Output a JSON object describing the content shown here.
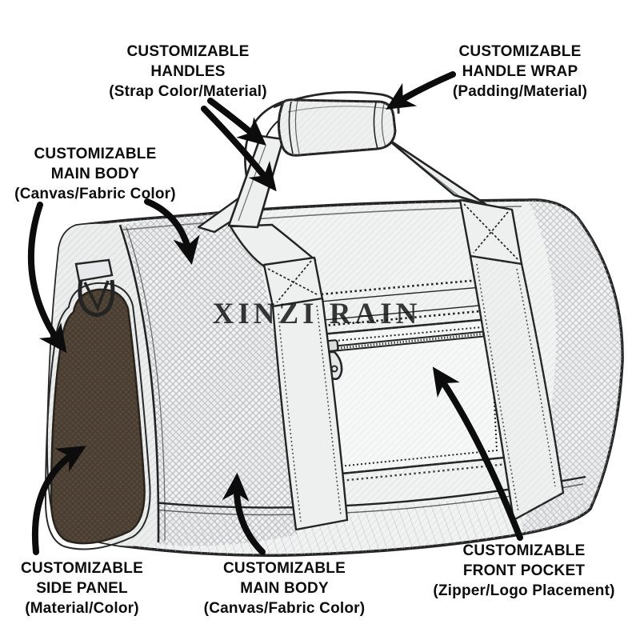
{
  "brand_watermark": "XINZI RAIN",
  "labels": {
    "handles": {
      "line1": "CUSTOMIZABLE",
      "line2": "HANDLES",
      "line3": "(Strap Color/Material)"
    },
    "handle_wrap": {
      "line1": "CUSTOMIZABLE",
      "line2": "HANDLE WRAP",
      "line3": "(Padding/Material)"
    },
    "main_body_left": {
      "line1": "CUSTOMIZABLE",
      "line2": "MAIN BODY",
      "line3": "(Canvas/Fabric Color)"
    },
    "side_panel": {
      "line1": "CUSTOMIZABLE",
      "line2": "SIDE PANEL",
      "line3": "(Material/Color)"
    },
    "main_body_bottom": {
      "line1": "CUSTOMIZABLE",
      "line2": "MAIN BODY",
      "line3": "(Canvas/Fabric Color)"
    },
    "front_pocket": {
      "line1": "CUSTOMIZABLE",
      "line2": "FRONT POCKET",
      "line3": "(Zipper/Logo Placement)"
    }
  },
  "colors": {
    "side_panel_brown": "#55483a",
    "canvas_light": "#f1f2f2",
    "ink": "#1a1a1a",
    "arrow_black": "#0c0c0c"
  }
}
